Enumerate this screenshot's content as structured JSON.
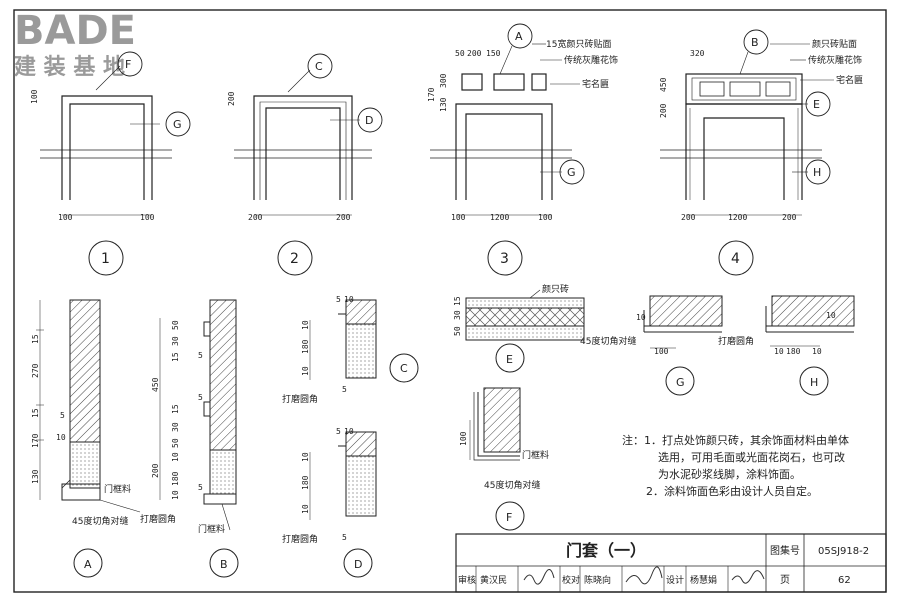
{
  "watermark": {
    "brand": "BADE",
    "sub": "建 装 基 地"
  },
  "title_block": {
    "title": "门套（一）",
    "atlas_label": "图集号",
    "atlas_value": "05SJ918-2",
    "page_label": "页",
    "page_value": "62",
    "row": [
      "审核",
      "黄汉民",
      "校对",
      "陈晓向",
      "设计",
      "杨慧娟"
    ]
  },
  "elevations": [
    {
      "number": "1",
      "dims": [
        "100",
        "100"
      ],
      "side": "100"
    },
    {
      "number": "2",
      "dims": [
        "200",
        "200"
      ],
      "side": "200"
    },
    {
      "number": "3",
      "dims": [
        "100",
        "1200",
        "100"
      ],
      "side": [
        "170",
        "130",
        "300"
      ],
      "top": [
        "50",
        "200",
        "150"
      ]
    },
    {
      "number": "4",
      "dims": [
        "200",
        "1200",
        "200"
      ],
      "side": [
        "200",
        "450"
      ],
      "top": "320"
    }
  ],
  "callouts": {
    "a_note1": "15宽颜只砖贴面",
    "a_note2": "传统灰雕花饰",
    "a_note3": "宅名匾",
    "b_note1": "颜只砖贴面",
    "b_note2": "传统灰雕花饰",
    "b_note3": "宅名匾",
    "e_note": "颜只砖"
  },
  "section_labels": {
    "A": "A",
    "B": "B",
    "C": "C",
    "D": "D",
    "E": "E",
    "F": "F",
    "G": "G",
    "H": "H",
    "E_ref": "E",
    "F_ref": "F",
    "G_ref": "G",
    "H_ref": "H",
    "D_ref": "D",
    "C_ref": "C"
  },
  "section_text": {
    "door_frame": "门框料",
    "cut45": "45度切角对缝",
    "round_corner": "打磨圆角"
  },
  "section_dims": {
    "A": [
      "15",
      "270",
      "15",
      "170",
      "130",
      "5",
      "10"
    ],
    "B": [
      "50",
      "30",
      "15",
      "450",
      "15",
      "30",
      "50",
      "10",
      "200",
      "180",
      "10",
      "5",
      "5",
      "5"
    ],
    "C": [
      "5",
      "10",
      "10",
      "180",
      "10",
      "5"
    ],
    "D": [
      "5",
      "10",
      "10",
      "180",
      "10",
      "5"
    ],
    "E": [
      "15",
      "30",
      "50"
    ],
    "F": [
      "100"
    ],
    "G": [
      "100",
      "10"
    ],
    "H": [
      "10",
      "180",
      "10",
      "10"
    ]
  },
  "notes": {
    "head": "注：",
    "n1a": "1．打点处饰颜只砖，其余饰面材料由单体",
    "n1b": "选用，可用毛面或光面花岗石，也可改",
    "n1c": "为水泥砂浆线脚，涂料饰面。",
    "n2": "2．涂料饰面色彩由设计人员自定。"
  }
}
